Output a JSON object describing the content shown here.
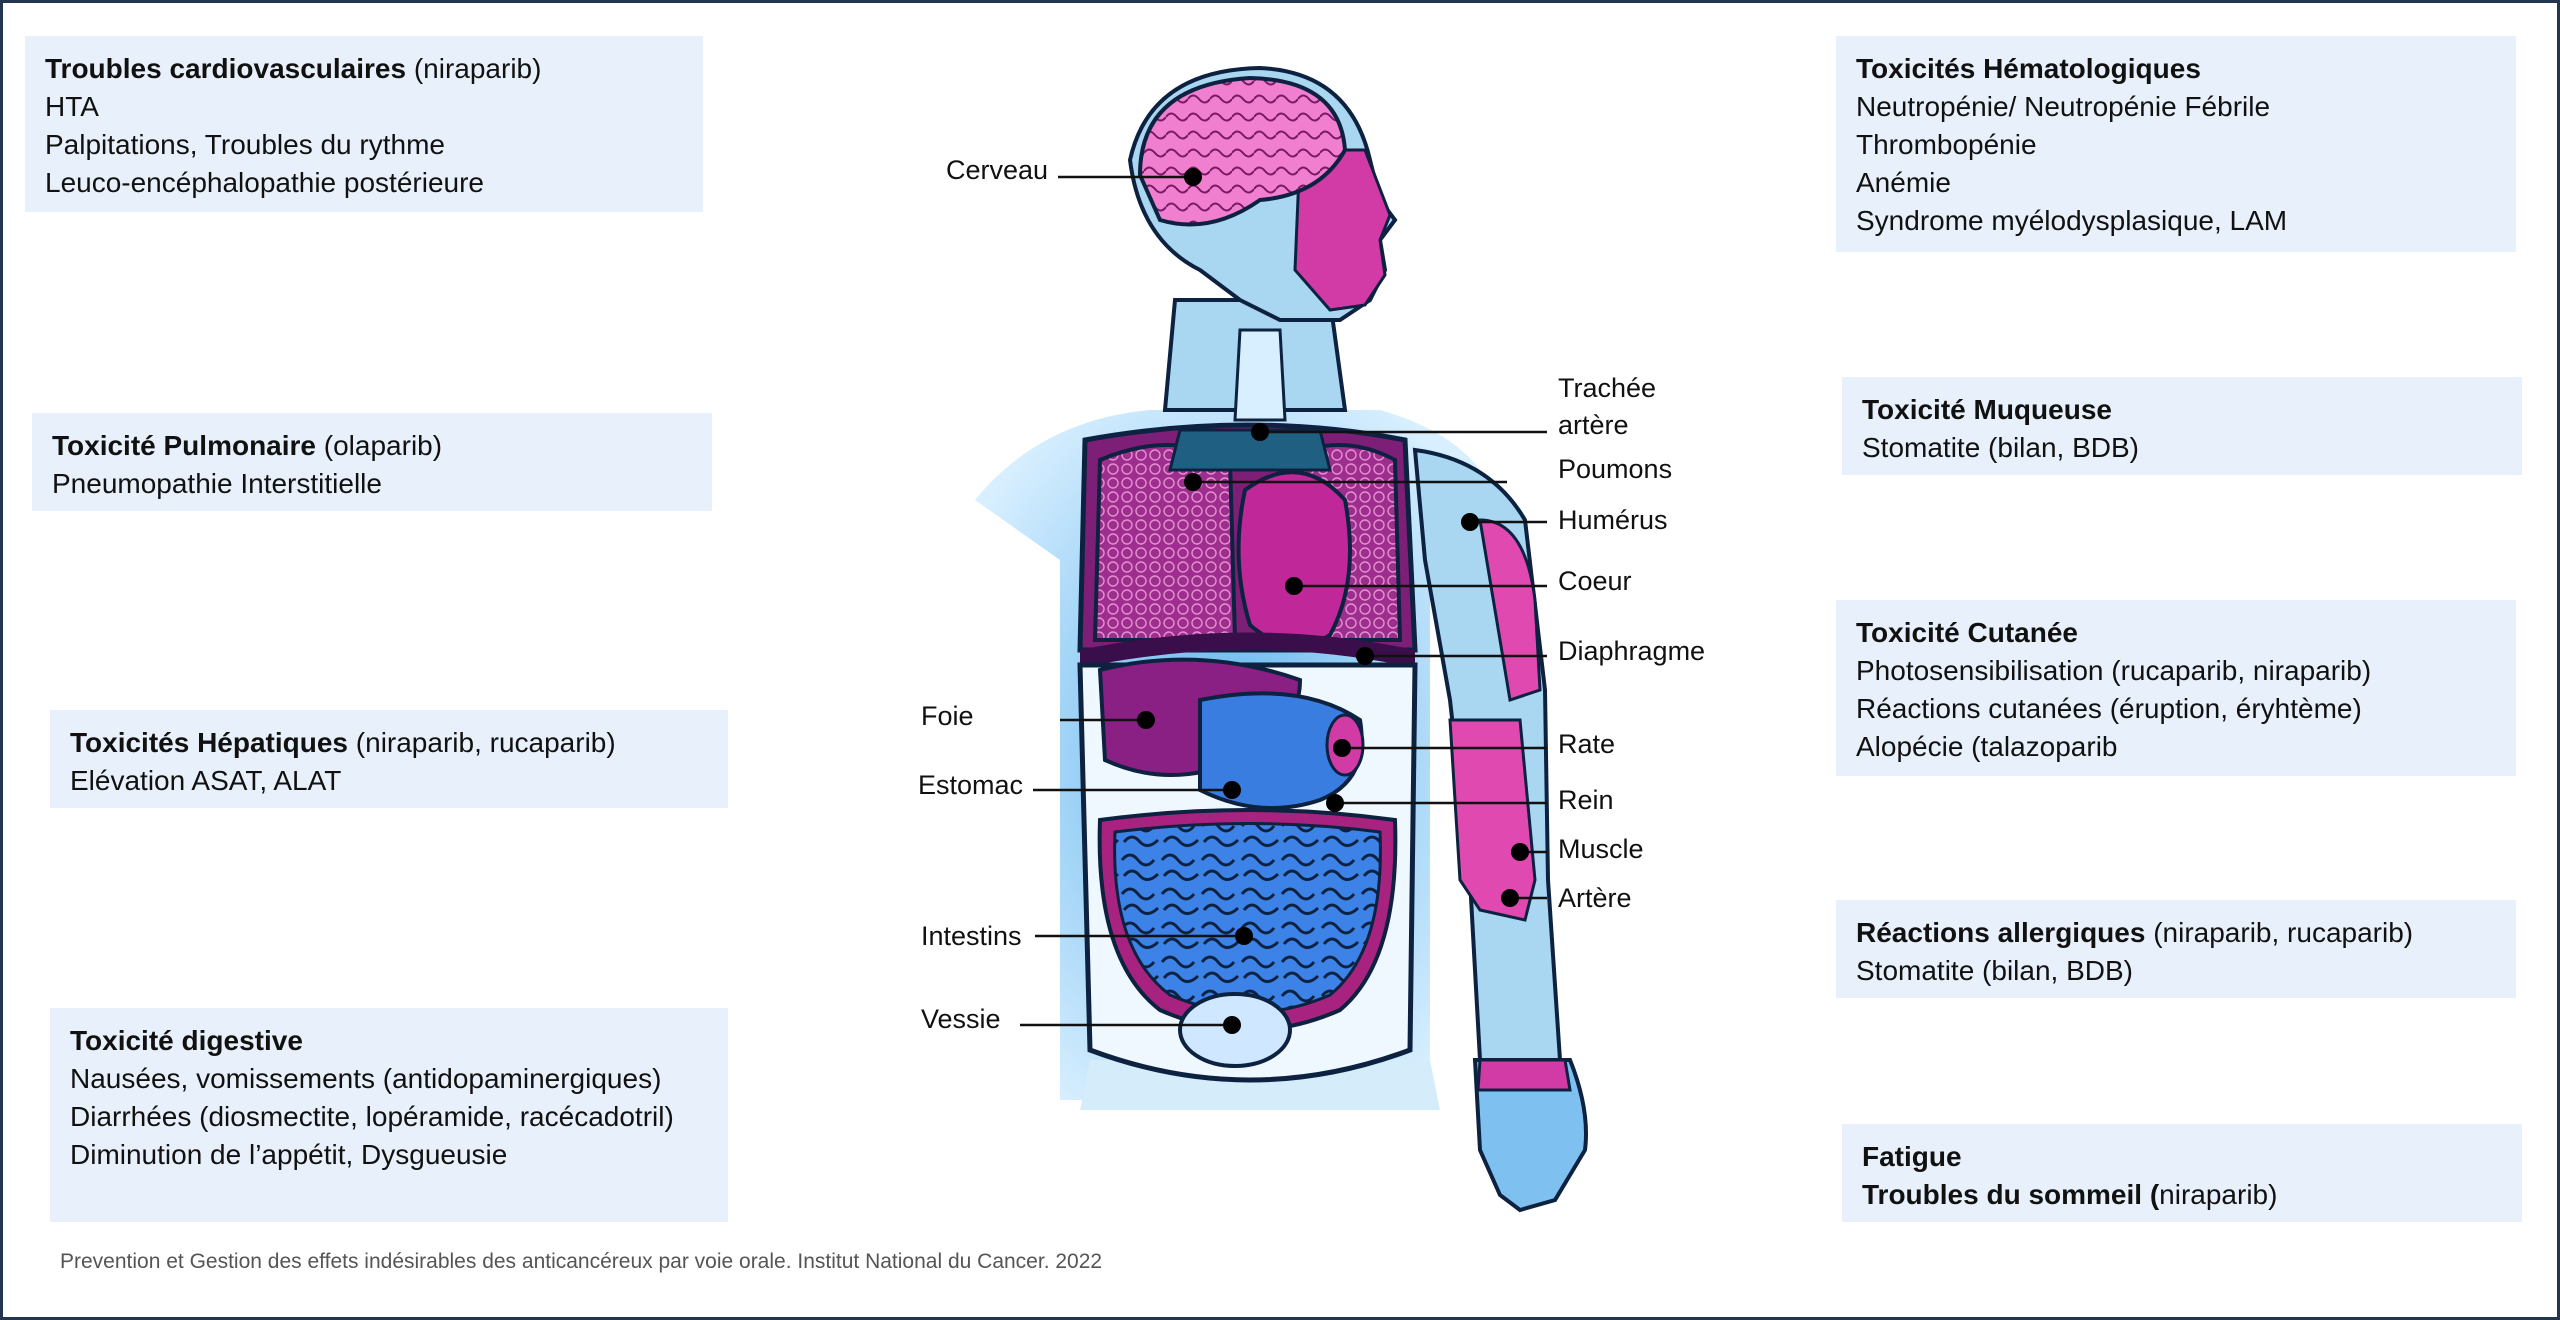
{
  "boxes": {
    "cardio": {
      "title": "Troubles cardiovasculaires",
      "title_note": "(niraparib)",
      "lines": [
        "HTA",
        "Palpitations, Troubles du rythme",
        "Leuco-encéphalopathie postérieure"
      ]
    },
    "pulmo": {
      "title": "Toxicité Pulmonaire",
      "title_note": "(olaparib)",
      "lines": [
        "Pneumopathie Interstitielle"
      ]
    },
    "hepato": {
      "title": "Toxicités Hépatiques",
      "title_note": "(niraparib, rucaparib)",
      "lines": [
        "Elévation ASAT, ALAT"
      ]
    },
    "digest": {
      "title": "Toxicité digestive",
      "title_note": "",
      "lines": [
        "Nausées, vomissements (antidopaminergiques)",
        "Diarrhées (diosmectite, lopéramide, racécadotril)",
        "Diminution de l’appétit, Dysgueusie"
      ]
    },
    "hemato": {
      "title": "Toxicités Hématologiques",
      "title_note": "",
      "lines": [
        "Neutropénie/ Neutropénie Fébrile",
        "Thrombopénie",
        "Anémie",
        "Syndrome myélodysplasique, LAM"
      ]
    },
    "muqueuse": {
      "title": "Toxicité Muqueuse",
      "title_note": "",
      "lines": [
        "Stomatite (bilan, BDB)"
      ]
    },
    "cutanee": {
      "title": "Toxicité Cutanée",
      "title_note": "",
      "lines": [
        "Photosensibilisation (rucaparib, niraparib)",
        "Réactions cutanées (éruption, éryhtème)",
        "Alopécie (talazoparib"
      ]
    },
    "allergie": {
      "title": "Réactions allergiques",
      "title_note": "(niraparib, rucaparib)",
      "lines": [
        "Stomatite (bilan, BDB)"
      ]
    },
    "fatigue": {
      "title": "Fatigue",
      "title_note": "",
      "line2_bold": "Troubles du sommeil (",
      "line2_rest": "niraparib)"
    }
  },
  "organs": {
    "cerveau": "Cerveau",
    "foie": "Foie",
    "estomac": "Estomac",
    "intestins": "Intestins",
    "vessie": "Vessie",
    "trachee_1": "Trachée",
    "trachee_2": "artère",
    "poumons": "Poumons",
    "humerus": "Humérus",
    "coeur": "Coeur",
    "diaphragme": "Diaphragme",
    "rate": "Rate",
    "rein": "Rein",
    "muscle": "Muscle",
    "artere": "Artère"
  },
  "footer": "Prevention et Gestion des effets indésirables des anticancéreux par voie orale. Institut National du Cancer. 2022",
  "colors": {
    "box_bg": "#e8f1fb",
    "border": "#24364e",
    "body_light": "#a9d6f0",
    "magenta": "#b0208f",
    "pink": "#e67cc8",
    "blue_organ": "#3a7de0",
    "outline": "#0d2240"
  }
}
